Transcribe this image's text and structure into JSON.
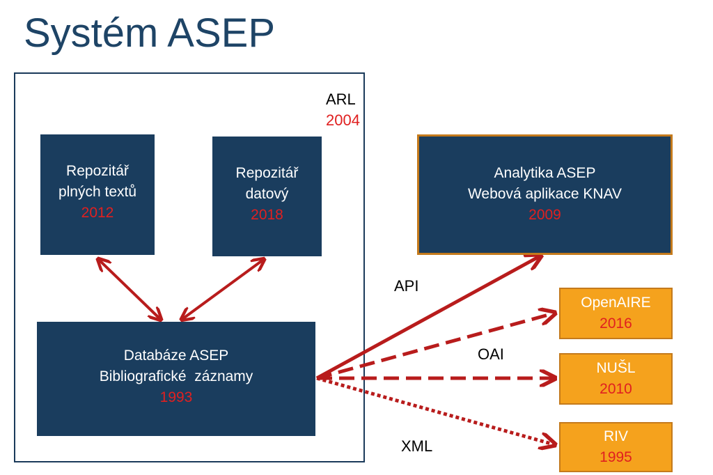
{
  "title": "Systém ASEP",
  "arl": {
    "label": "ARL",
    "year": "2004"
  },
  "boxes": {
    "plne": {
      "line1": "Repozitář",
      "line2": "plných textů",
      "year": "2012"
    },
    "datovy": {
      "line1": "Repozitář",
      "line2": "datový",
      "year": "2018"
    },
    "databaze": {
      "line1": "Databáze ASEP",
      "line2": "Bibliografické  záznamy",
      "year": "1993"
    },
    "analytika": {
      "line1": "Analytika ASEP",
      "line2": "Webová aplikace KNAV",
      "year": "2009"
    }
  },
  "targets": {
    "openaire": {
      "name": "OpenAIRE",
      "year": "2016"
    },
    "nusl": {
      "name": "NUŠL",
      "year": "2010"
    },
    "riv": {
      "name": "RIV",
      "year": "1995"
    }
  },
  "connections": {
    "api": "API",
    "oai": "OAI",
    "xml": "XML"
  },
  "colors": {
    "title": "#1e4466",
    "box": "#1a3d5e",
    "orange": "#f5a21d",
    "arrow": "#b81c1c",
    "year": "#e02020"
  }
}
